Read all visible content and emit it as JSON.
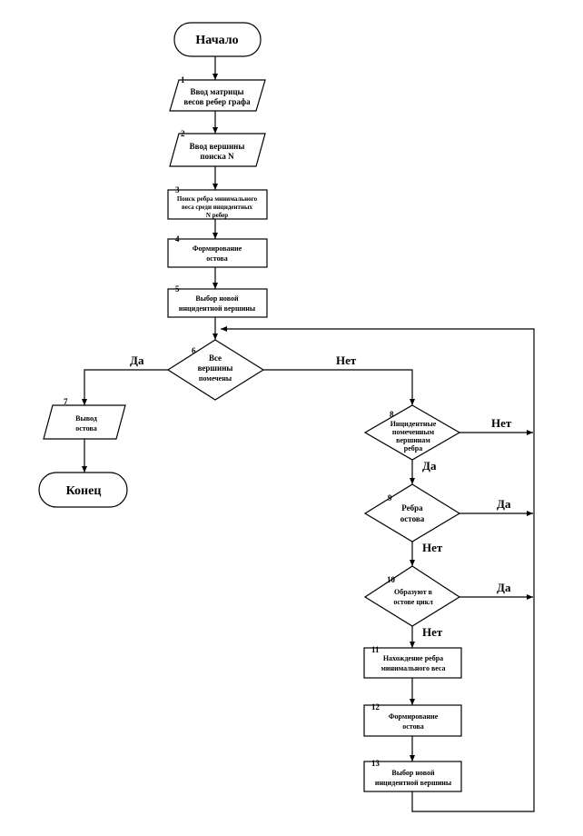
{
  "start": "Начало",
  "end": "Конец",
  "blocks": [
    {
      "num": "1",
      "lines": [
        "Ввод матрицы",
        "весов ребер графа"
      ]
    },
    {
      "num": "2",
      "lines": [
        "Ввод вершины",
        "поиска N"
      ]
    },
    {
      "num": "3",
      "lines": [
        "Поиск ребра минимального",
        "веса среди инцидентных",
        "N ребер"
      ]
    },
    {
      "num": "4",
      "lines": [
        "Формирование",
        "остова"
      ]
    },
    {
      "num": "5",
      "lines": [
        "Выбор новой",
        "инцидентной вершины"
      ]
    },
    {
      "num": "6",
      "lines": [
        "Все",
        "вершины",
        "помечены"
      ]
    },
    {
      "num": "7",
      "lines": [
        "Вывод",
        "остова"
      ]
    },
    {
      "num": "8",
      "lines": [
        "Инцидентные",
        "помеченным",
        "вершинам",
        "ребра"
      ]
    },
    {
      "num": "9",
      "lines": [
        "Ребра",
        "остова"
      ]
    },
    {
      "num": "10",
      "lines": [
        "Образуют в",
        "остове цикл"
      ]
    },
    {
      "num": "11",
      "lines": [
        "Нахождение ребра",
        "минимального веса"
      ]
    },
    {
      "num": "12",
      "lines": [
        "Формирование",
        "остова"
      ]
    },
    {
      "num": "13",
      "lines": [
        "Выбор новой",
        "инцидентной вершины"
      ]
    }
  ],
  "labels": {
    "yes": "Да",
    "no": "Нет"
  }
}
